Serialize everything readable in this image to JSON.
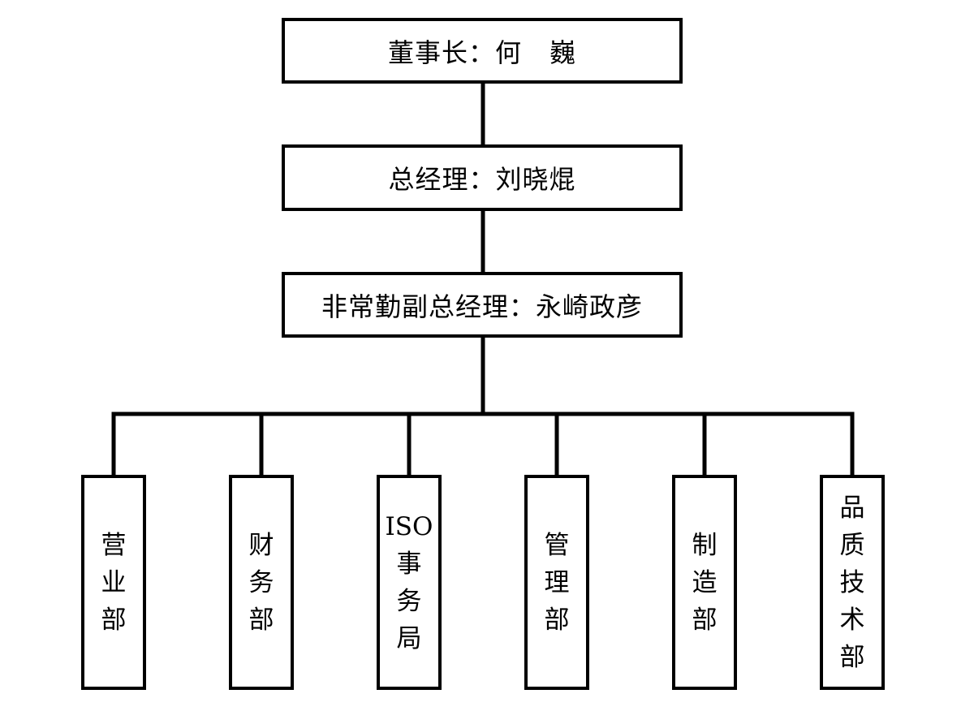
{
  "diagram": {
    "chairman": {
      "title": "董事长：何",
      "name": "巍"
    },
    "general_manager": "总经理：刘晓焜",
    "deputy_general_manager": "非常勤副总经理：永崎政彦",
    "departments": [
      {
        "id": "sales",
        "chars": [
          "营",
          "业",
          "部"
        ]
      },
      {
        "id": "finance",
        "chars": [
          "财",
          "务",
          "部"
        ]
      },
      {
        "id": "iso-office",
        "chars": [
          "ISO",
          "事",
          "务",
          "局"
        ]
      },
      {
        "id": "management",
        "chars": [
          "管",
          "理",
          "部"
        ]
      },
      {
        "id": "manufacturing",
        "chars": [
          "制",
          "造",
          "部"
        ]
      },
      {
        "id": "quality-technology",
        "chars": [
          "品",
          "质",
          "技",
          "术",
          "部"
        ]
      }
    ]
  }
}
